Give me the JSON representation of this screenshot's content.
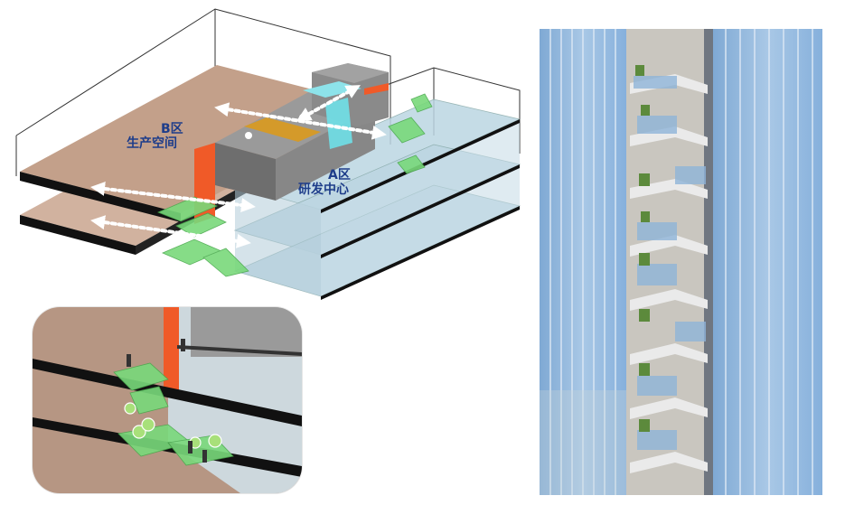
{
  "diagram": {
    "zone_b": {
      "code": "B区",
      "name": "生产空间"
    },
    "zone_a": {
      "code": "A区",
      "name": "研发中心"
    }
  },
  "colors": {
    "production_floor": "#c9a58e",
    "research_glass": "#b9d3de",
    "core_grey": "#7b7b7b",
    "stair_green": "#79d97b",
    "accent_orange": "#f05a28",
    "accent_cyan": "#6fe0e8",
    "label_blue": "#1e3d8a",
    "curtain_wall": "#8fb6dd"
  }
}
